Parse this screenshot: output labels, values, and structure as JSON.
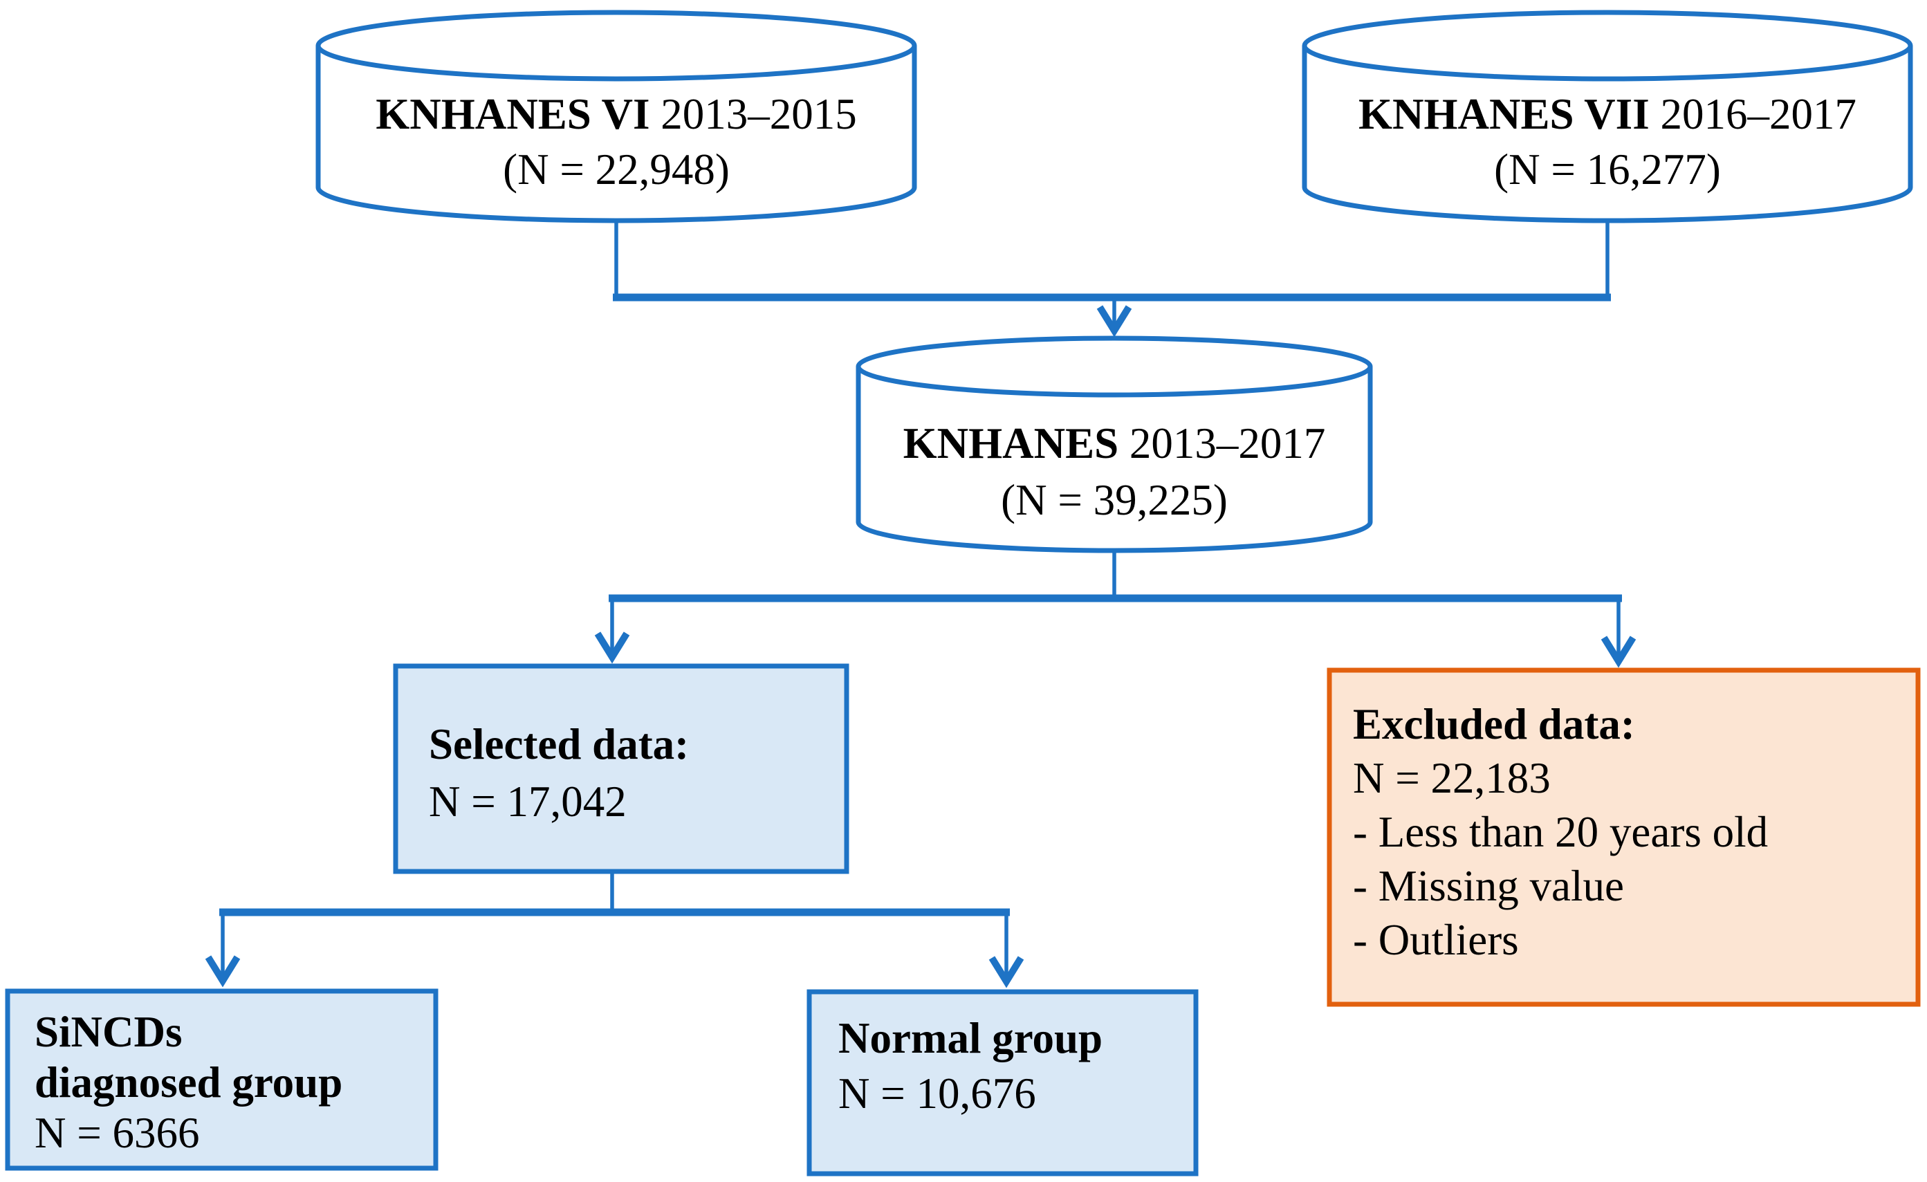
{
  "figure": {
    "type": "flowchart",
    "description": "KNHANES participant selection flow diagram"
  },
  "colors": {
    "line_blue": "#1E73C5",
    "box_blue_fill": "#D9E8F6",
    "box_orange_border": "#E2600E",
    "box_orange_fill": "#FCE5D3",
    "text": "#000000"
  },
  "nodes": {
    "knhanes6": {
      "title_bold": "KNHANES VI",
      "title_rest": " 2013–2015",
      "subtitle": "(N = 22,948)"
    },
    "knhanes7": {
      "title_bold": "KNHANES VII",
      "title_rest": " 2016–2017",
      "subtitle": "(N = 16,277)"
    },
    "knhanes_pooled": {
      "title_bold": "KNHANES",
      "title_rest": " 2013–2017",
      "subtitle": "(N = 39,225)"
    },
    "selected": {
      "title": "Selected data:",
      "subtitle": "N = 17,042"
    },
    "excluded": {
      "title": "Excluded data:",
      "lines": [
        "N = 22,183",
        "- Less than 20 years old",
        "- Missing value",
        "- Outliers"
      ]
    },
    "sincds": {
      "title_line1": "SiNCDs",
      "title_line2": "diagnosed group",
      "subtitle": "N = 6366"
    },
    "normal": {
      "title": "Normal group",
      "subtitle": "N = 10,676"
    }
  }
}
